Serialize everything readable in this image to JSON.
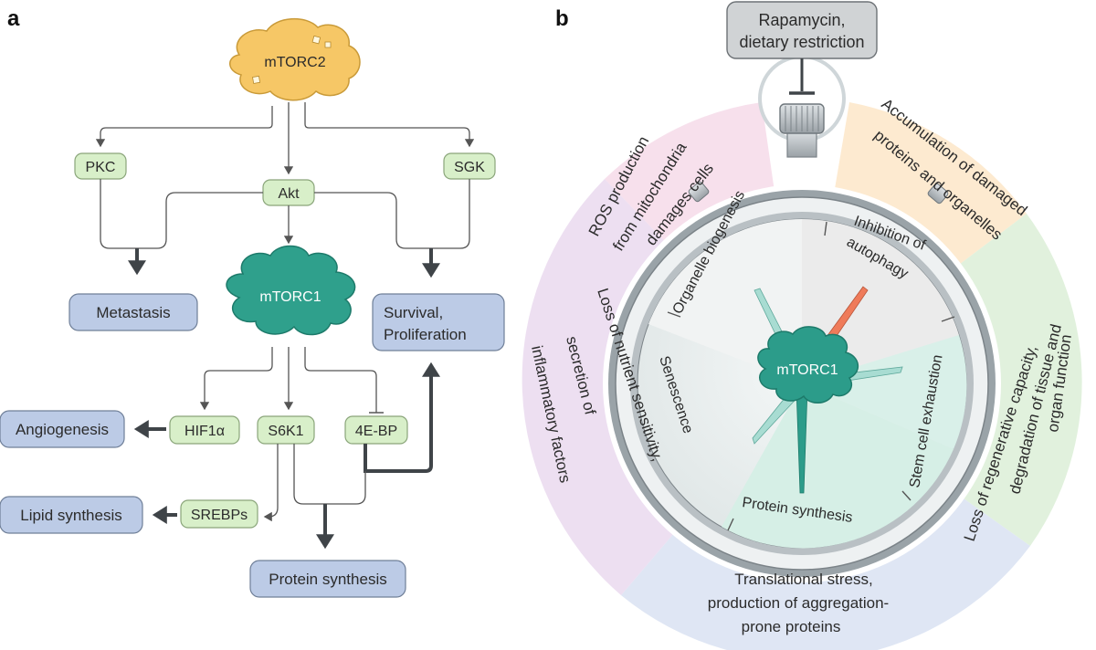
{
  "panels": {
    "a": "a",
    "b": "b"
  },
  "panel_a": {
    "mtorc2": "mTORC2",
    "pkc": "PKC",
    "akt": "Akt",
    "sgk": "SGK",
    "metastasis": "Metastasis",
    "mtorc1": "mTORC1",
    "survival_1": "Survival,",
    "survival_2": "Proliferation",
    "angiogenesis": "Angiogenesis",
    "hif1a": "HIF1α",
    "s6k1": "S6K1",
    "ebp": "4E-BP",
    "lipid": "Lipid synthesis",
    "srebps": "SREBPs",
    "protein": "Protein synthesis"
  },
  "panel_b": {
    "rapamycin_1": "Rapamycin,",
    "rapamycin_2": "dietary restriction",
    "mtorc1": "mTORC1",
    "dial": {
      "organelle": "Organelle biogenesis",
      "inhibition_1": "Inhibition of",
      "inhibition_2": "autophagy",
      "stem": "Stem cell exhaustion",
      "protein": "Protein synthesis",
      "senescence": "Senescence"
    },
    "outer": {
      "ros_1": "ROS production",
      "ros_2": "from mitochondria",
      "ros_3": "damages cells",
      "accum_1": "Accumulation of damaged",
      "accum_2": "proteins and organelles",
      "regen_1": "Loss of regenerative capacity,",
      "regen_2": "degradation of tissue and",
      "regen_3": "organ function",
      "trans_1": "Translational stress,",
      "trans_2": "production of aggregation-",
      "trans_3": "prone proteins",
      "nutr_1": "Loss of nutrient sensitivity,",
      "nutr_2": "secretion of",
      "nutr_3": "inflammatory factors"
    },
    "colors": {
      "pink": "#f6dbe9",
      "orange": "#fde6c8",
      "green": "#dcefd7",
      "blue": "#d9e2f2",
      "purple": "#ead9ef",
      "teal": "#2c9c8a",
      "salmon": "#ef7b5a"
    }
  }
}
